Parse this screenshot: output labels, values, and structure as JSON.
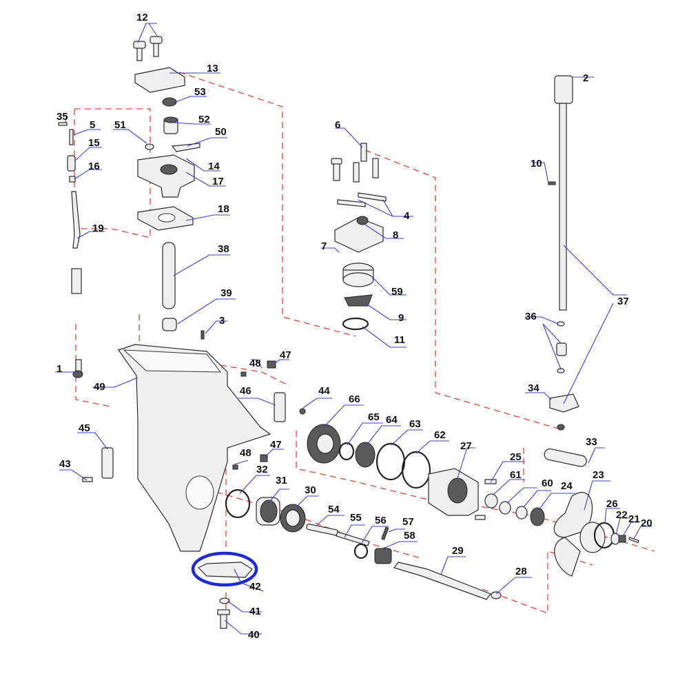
{
  "diagram": {
    "highlight_color": "#1f2bd0",
    "dashed_line_color": "#e8443a",
    "leader_color": "#3b3bd6",
    "highlighted_part": "42",
    "callouts": {
      "p1": "1",
      "p2": "2",
      "p3": "3",
      "p4": "4",
      "p5": "5",
      "p6": "6",
      "p7": "7",
      "p8": "8",
      "p9": "9",
      "p10": "10",
      "p11": "11",
      "p12": "12",
      "p13": "13",
      "p14": "14",
      "p15": "15",
      "p16": "16",
      "p17": "17",
      "p18": "18",
      "p19": "19",
      "p20": "20",
      "p21": "21",
      "p22": "22",
      "p23": "23",
      "p24": "24",
      "p25": "25",
      "p26": "26",
      "p27": "27",
      "p28": "28",
      "p29": "29",
      "p30": "30",
      "p31": "31",
      "p32": "32",
      "p33": "33",
      "p34": "34",
      "p35": "35",
      "p36": "36",
      "p37": "37",
      "p38": "38",
      "p39": "39",
      "p40": "40",
      "p41": "41",
      "p42": "42",
      "p43": "43",
      "p44": "44",
      "p45": "45",
      "p46": "46",
      "p47a": "47",
      "p47b": "47",
      "p48a": "48",
      "p48b": "48",
      "p49": "49",
      "p50": "50",
      "p51": "51",
      "p52": "52",
      "p53": "53",
      "p54": "54",
      "p55": "55",
      "p56": "56",
      "p57": "57",
      "p58": "58",
      "p59": "59",
      "p60": "60",
      "p61": "61",
      "p62": "62",
      "p63": "63",
      "p64": "64",
      "p65": "65",
      "p66": "66"
    }
  }
}
